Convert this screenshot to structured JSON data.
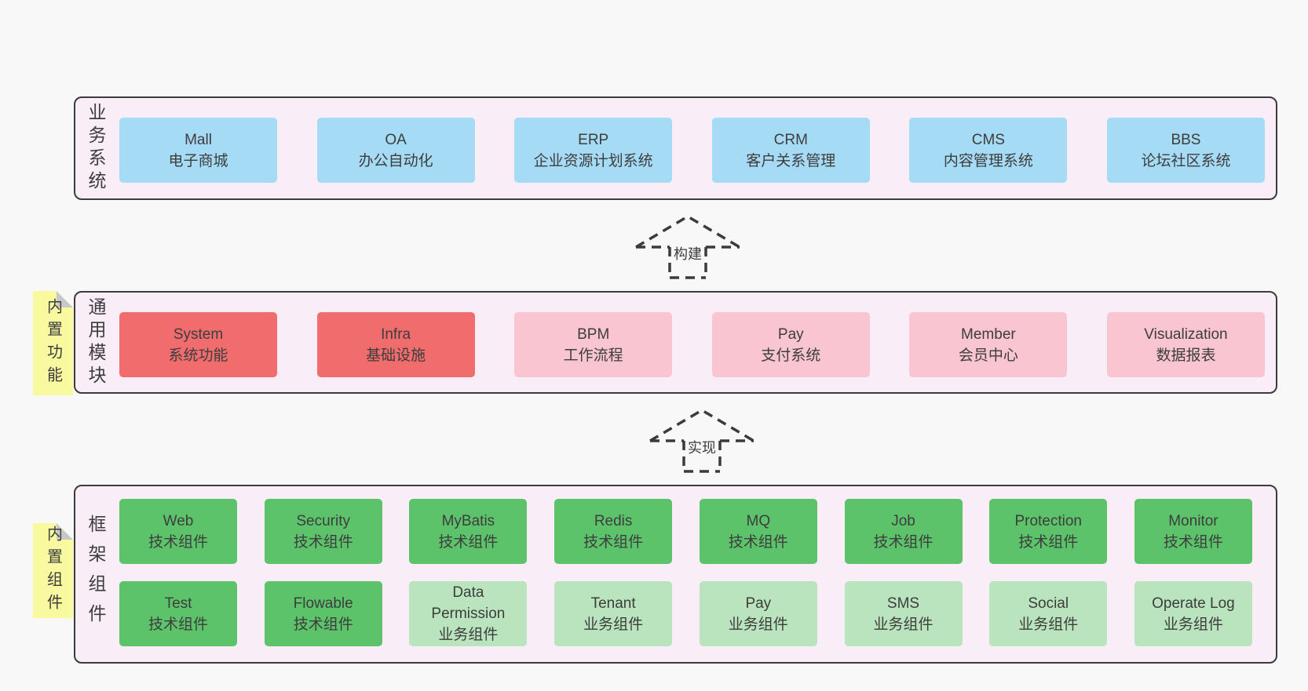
{
  "colors": {
    "page-bg": "#f8f8f8",
    "band-bg": "#f9edf8",
    "band-border": "#3b3b3b",
    "box-blue": "#a6dbf5",
    "box-red": "#f16d6d",
    "box-pink": "#f9c5d0",
    "box-green": "#5dc36b",
    "box-lightgreen": "#b9e4bd",
    "tab-yellow": "#f9f9a0",
    "tab-fold": "#c8c8c8",
    "text": "#3d3d3d"
  },
  "arrows": [
    {
      "label": "构建"
    },
    {
      "label": "实现"
    }
  ],
  "bands": [
    {
      "label": "业务系统",
      "boxes": [
        {
          "title": "Mall",
          "subtitle": "电子商城"
        },
        {
          "title": "OA",
          "subtitle": "办公自动化"
        },
        {
          "title": "ERP",
          "subtitle": "企业资源计划系统"
        },
        {
          "title": "CRM",
          "subtitle": "客户关系管理"
        },
        {
          "title": "CMS",
          "subtitle": "内容管理系统"
        },
        {
          "title": "BBS",
          "subtitle": "论坛社区系统"
        }
      ]
    },
    {
      "label": "通用模块",
      "tab": "内置功能",
      "boxes": [
        {
          "title": "System",
          "subtitle": "系统功能"
        },
        {
          "title": "Infra",
          "subtitle": "基础设施"
        },
        {
          "title": "BPM",
          "subtitle": "工作流程"
        },
        {
          "title": "Pay",
          "subtitle": "支付系统"
        },
        {
          "title": "Member",
          "subtitle": "会员中心"
        },
        {
          "title": "Visualization",
          "subtitle": "数据报表"
        }
      ]
    },
    {
      "label": "框架组件",
      "tab": "内置组件",
      "rows": [
        [
          {
            "title": "Web",
            "subtitle": "技术组件"
          },
          {
            "title": "Security",
            "subtitle": "技术组件"
          },
          {
            "title": "MyBatis",
            "subtitle": "技术组件"
          },
          {
            "title": "Redis",
            "subtitle": "技术组件"
          },
          {
            "title": "MQ",
            "subtitle": "技术组件"
          },
          {
            "title": "Job",
            "subtitle": "技术组件"
          },
          {
            "title": "Protection",
            "subtitle": "技术组件"
          },
          {
            "title": "Monitor",
            "subtitle": "技术组件"
          }
        ],
        [
          {
            "title": "Test",
            "subtitle": "技术组件"
          },
          {
            "title": "Flowable",
            "subtitle": "技术组件"
          },
          {
            "title": "Data Permission",
            "subtitle": "业务组件"
          },
          {
            "title": "Tenant",
            "subtitle": "业务组件"
          },
          {
            "title": "Pay",
            "subtitle": "业务组件"
          },
          {
            "title": "SMS",
            "subtitle": "业务组件"
          },
          {
            "title": "Social",
            "subtitle": "业务组件"
          },
          {
            "title": "Operate Log",
            "subtitle": "业务组件"
          }
        ]
      ]
    }
  ]
}
